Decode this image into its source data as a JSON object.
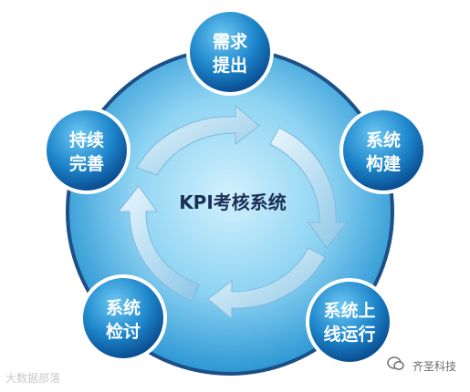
{
  "center": {
    "label": "KPI考核系统"
  },
  "nodes": [
    {
      "line1": "需求",
      "line2": "提出"
    },
    {
      "line1": "系统",
      "line2": "构建"
    },
    {
      "line1": "系统上",
      "line2": "线运行"
    },
    {
      "line1": "系统",
      "line2": "检讨"
    },
    {
      "line1": "持续",
      "line2": "完善"
    }
  ],
  "watermark": {
    "left": "大数据部落",
    "right": "齐圣科技"
  },
  "colors": {
    "disc_center": "#c6ecfb",
    "disc_edge": "#3aa6dc",
    "disc_ring": "#1c4f86",
    "node_light": "#5fc0ee",
    "node_dark": "#0b5fa6",
    "arrow": "#a9d7ee"
  }
}
